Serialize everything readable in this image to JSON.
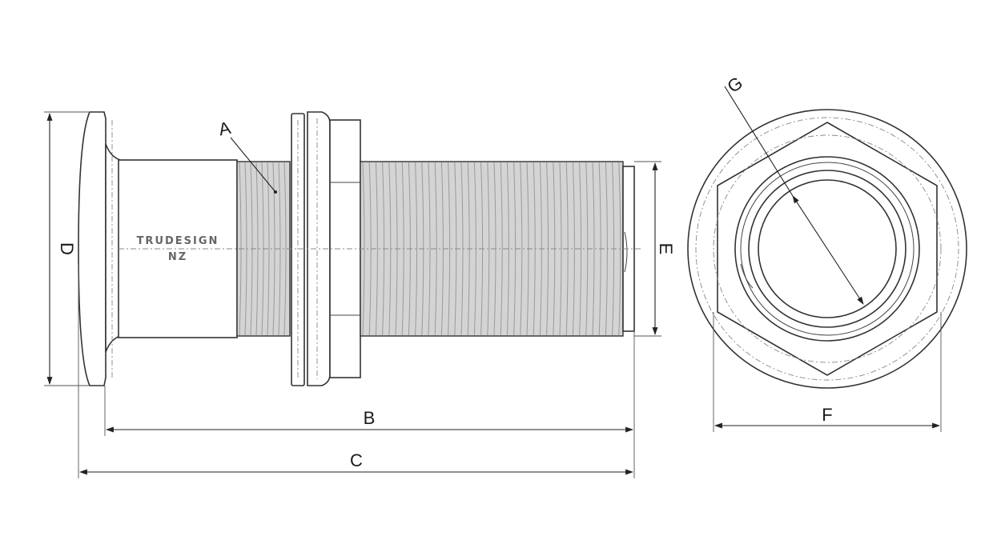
{
  "brand": {
    "line1": "TRUDESIGN",
    "line2": "NZ"
  },
  "dimensions": {
    "a": "A",
    "b": "B",
    "c": "C",
    "d": "D",
    "e": "E",
    "f": "F",
    "g": "G"
  },
  "colors": {
    "line": "#333333",
    "thread_fill": "#d4d4d4",
    "background": "#ffffff"
  }
}
